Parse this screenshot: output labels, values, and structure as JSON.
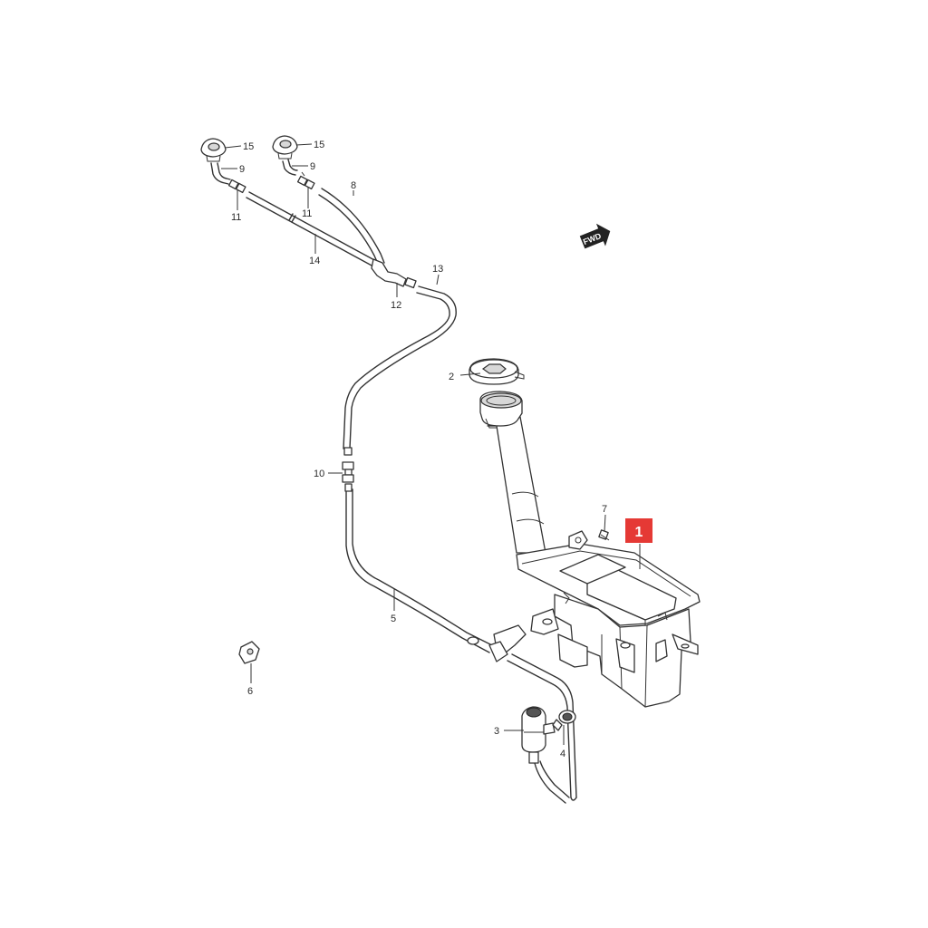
{
  "callouts": {
    "c1": "1",
    "c2": "2",
    "c3": "3",
    "c4": "4",
    "c5": "5",
    "c6": "6",
    "c7": "7",
    "c8": "8",
    "c9a": "9",
    "c9b": "9",
    "c10": "10",
    "c11a": "11",
    "c11b": "11",
    "c12": "12",
    "c13": "13",
    "c14": "14",
    "c15a": "15",
    "c15b": "15"
  },
  "direction_marker": "FWD",
  "colors": {
    "highlight": "#e53935",
    "line": "#333333",
    "fill": "#d8d8d8"
  }
}
